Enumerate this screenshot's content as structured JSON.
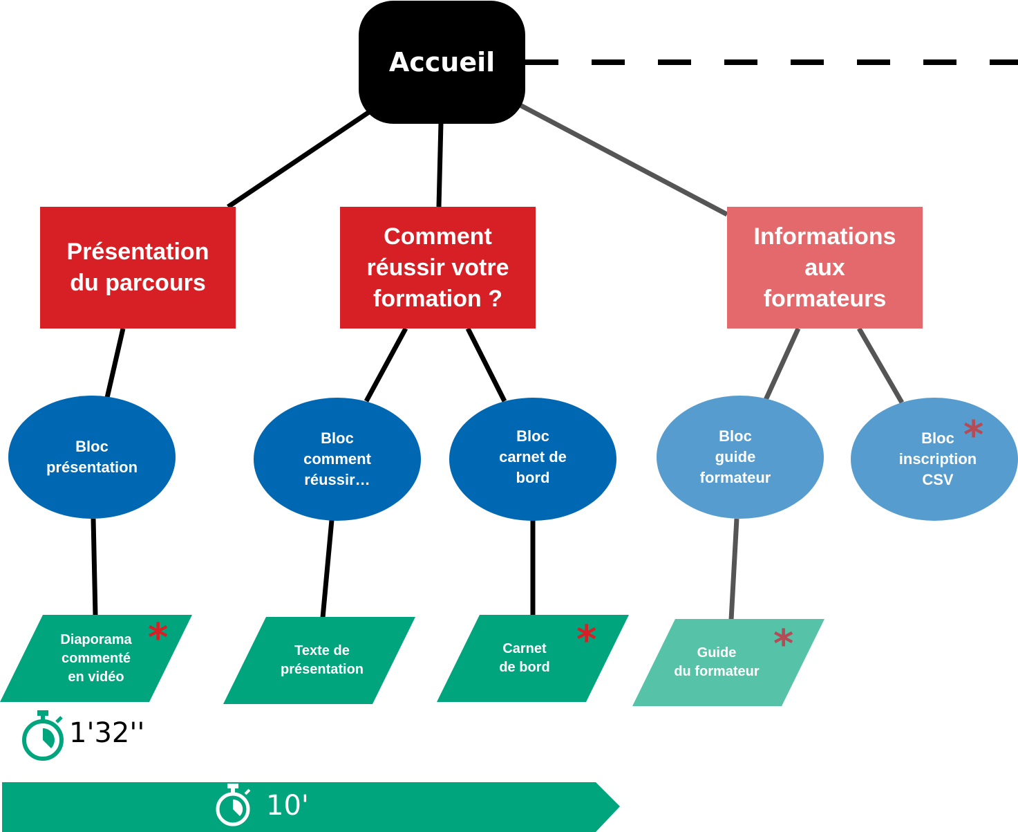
{
  "diagram": {
    "root": {
      "label": "Accueil",
      "color": "#000000"
    },
    "sections": [
      {
        "label": "Présentation\ndu parcours",
        "color": "#d71f26"
      },
      {
        "label": "Comment\nréussir votre\nformation ?",
        "color": "#d71f26"
      },
      {
        "label": "Informations\naux\nformateurs",
        "color": "#e4696d"
      }
    ],
    "blocs": [
      {
        "label": "Bloc\nprésentation",
        "color": "#0068b3"
      },
      {
        "label": "Bloc\ncomment\nréussir…",
        "color": "#0068b3"
      },
      {
        "label": "Bloc\ncarnet de\nbord",
        "color": "#0068b3"
      },
      {
        "label": "Bloc\nguide\nformateur",
        "color": "#569ccf"
      },
      {
        "label": "Bloc\ninscription\nCSV",
        "color": "#569ccf",
        "marker": "*"
      }
    ],
    "resources": [
      {
        "label": "Diaporama\ncommenté\nen vidéo",
        "color": "#00a57d",
        "marker": "*"
      },
      {
        "label": "Texte de\nprésentation",
        "color": "#00a57d"
      },
      {
        "label": "Carnet\nde bord",
        "color": "#00a57d",
        "marker": "*"
      },
      {
        "label": "Guide\ndu formateur",
        "color": "#56c3a8",
        "marker": "*"
      }
    ],
    "marker_colors": {
      "strong": "#d71f26",
      "muted": "#b54c55"
    },
    "video_duration": {
      "icon": "stopwatch-icon",
      "text": "1'32''",
      "color": "#00a57d"
    },
    "total_duration": {
      "icon": "stopwatch-icon",
      "text": "10'",
      "color": "#00a57d"
    }
  }
}
